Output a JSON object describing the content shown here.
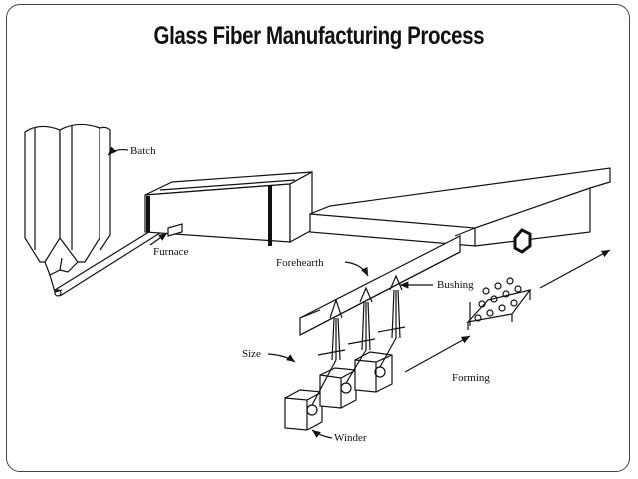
{
  "title": "Glass Fiber Manufacturing Process",
  "labels": {
    "batch": "Batch",
    "furnace": "Furnace",
    "forehearth": "Forehearth",
    "bushing": "Bushing",
    "size": "Size",
    "forming": "Forming",
    "winder": "Winder"
  }
}
